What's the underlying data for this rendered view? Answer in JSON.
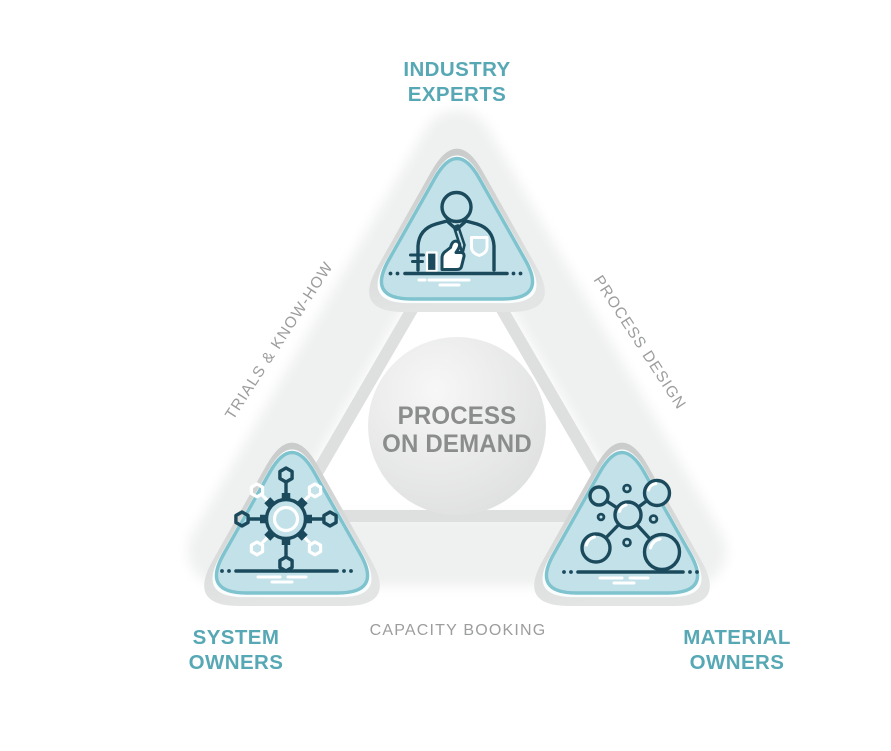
{
  "diagram": {
    "title": "Process on Demand collaboration triangle",
    "center": {
      "title_line1": "PROCESS",
      "title_line2": "ON DEMAND"
    },
    "nodes": [
      {
        "id": "industry-experts",
        "label_line1": "INDUSTRY",
        "label_line2": "EXPERTS",
        "icon": "expert-person-icon"
      },
      {
        "id": "system-owners",
        "label_line1": "SYSTEM",
        "label_line2": "OWNERS",
        "icon": "gear-network-icon"
      },
      {
        "id": "material-owners",
        "label_line1": "MATERIAL",
        "label_line2": "OWNERS",
        "icon": "molecule-icon"
      }
    ],
    "edges": [
      {
        "id": "trials-know-how",
        "label": "TRIALS & KNOW-HOW",
        "position": "left-side"
      },
      {
        "id": "process-design",
        "label": "PROCESS DESIGN",
        "position": "right-side"
      },
      {
        "id": "capacity-booking",
        "label": "CAPACITY BOOKING",
        "position": "bottom-side"
      }
    ],
    "colors": {
      "node_fill": "#C3E1E8",
      "node_border_teal": "#7EC3CE",
      "node_outer_gray": "#D2D3D3",
      "icon_stroke": "#1B4A5C",
      "icon_accent": "#FFFFFF",
      "connector_line": "#DEDFDF",
      "band": "#EFF0F0",
      "node_label_text": "#57A8B5",
      "edge_label_text": "#9C9D9D",
      "center_title_text": "#8B8C8C"
    }
  }
}
